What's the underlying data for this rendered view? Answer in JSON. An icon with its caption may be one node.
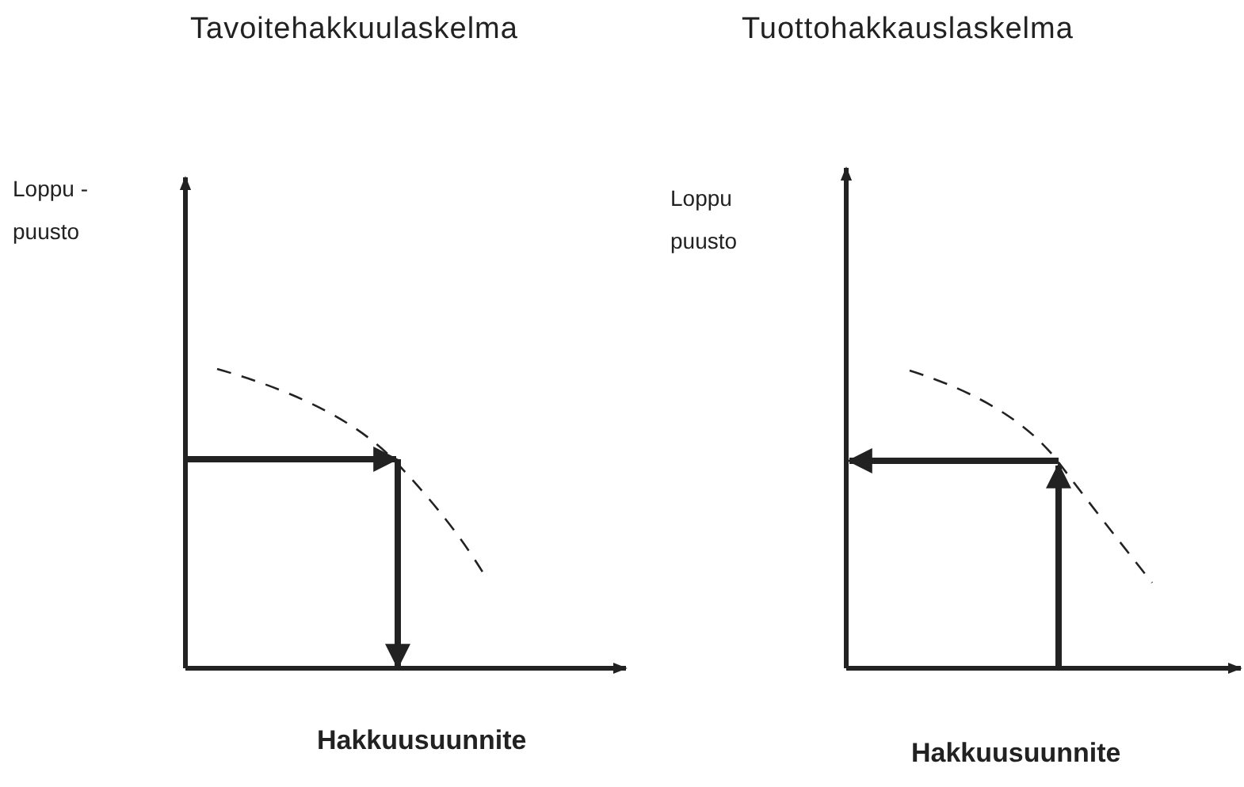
{
  "diagram": {
    "labels": [
      "Tavoitehakkuulaskelma",
      "Tuottohakkauslaskelma",
      "Loppu - puusto",
      "Loppu puusto",
      "Hakkuusuunnite",
      "Hakkuusuunnite"
    ]
  }
}
